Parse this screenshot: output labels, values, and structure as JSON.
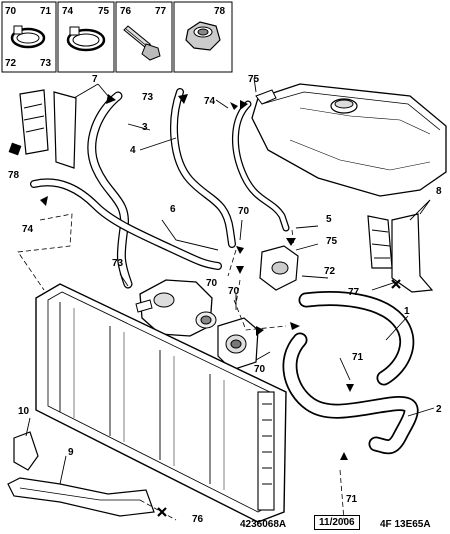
{
  "legend": {
    "box_70": {
      "top_left": "70",
      "top_right": "71",
      "bottom_left": "72",
      "bottom_right": "73"
    },
    "box_74": {
      "top_left": "74",
      "top_right": "75"
    },
    "box_76": {
      "top_left": "76",
      "top_right": "77"
    },
    "box_78": {
      "top_right": "78"
    }
  },
  "callouts": {
    "c7": "7",
    "c73a": "73",
    "c75a": "75",
    "c74a": "74",
    "c3": "3",
    "c4": "4",
    "c78": "78",
    "c8": "8",
    "c74b": "74",
    "c6": "6",
    "c70a": "70",
    "c5": "5",
    "c75b": "75",
    "c73b": "73",
    "c72": "72",
    "c77": "77",
    "c70b": "70",
    "c70c": "70",
    "c1": "1",
    "c71a": "71",
    "c70d": "70",
    "c10": "10",
    "c2": "2",
    "c9": "9",
    "c71b": "71",
    "c76": "76"
  },
  "footer": {
    "ref_code": "4236068A",
    "date": "11/2006",
    "plate_code": "4F 13E65A"
  }
}
